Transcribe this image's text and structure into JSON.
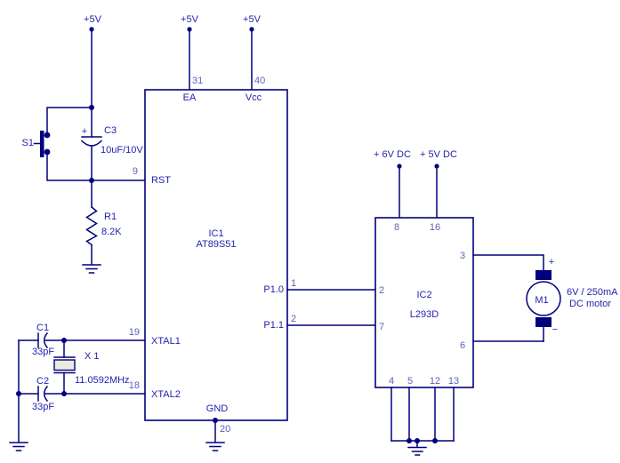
{
  "colors": {
    "wire": "#00007d",
    "label_text": "#2323ad",
    "pin_number_text": "#5a64b4",
    "crystal_fill": "#ece9e2",
    "background": "#ffffff"
  },
  "power": {
    "rail_1": "+5V",
    "rail_2": "+5V",
    "rail_3": "+5V",
    "motor_supply": "+ 6V DC",
    "logic_supply": "+ 5V DC"
  },
  "ic1": {
    "ref": "IC1",
    "part": "AT89S51",
    "pin_ea_num": "31",
    "pin_ea_name": "EA",
    "pin_vcc_num": "40",
    "pin_vcc_name": "Vcc",
    "pin_rst_num": "9",
    "pin_rst_name": "RST",
    "pin_p10_num": "1",
    "pin_p10_name": "P1.0",
    "pin_p11_num": "2",
    "pin_p11_name": "P1.1",
    "pin_xtal1_num": "19",
    "pin_xtal1_name": "XTAL1",
    "pin_xtal2_num": "18",
    "pin_xtal2_name": "XTAL2",
    "pin_gnd_num": "20",
    "pin_gnd_name": "GND"
  },
  "ic2": {
    "ref": "IC2",
    "part": "L293D",
    "pin_vs": "8",
    "pin_vss": "16",
    "pin_in1": "2",
    "pin_in2": "7",
    "pin_out1": "3",
    "pin_out2": "6",
    "pin_gnd_1": "4",
    "pin_gnd_2": "5",
    "pin_gnd_3": "12",
    "pin_gnd_4": "13"
  },
  "switch_s1": {
    "ref": "S1"
  },
  "cap_c3": {
    "ref": "C3",
    "value": "10uF/10V",
    "polarity": "+"
  },
  "res_r1": {
    "ref": "R1",
    "value": "8.2K"
  },
  "cap_c1": {
    "ref": "C1",
    "value": "33pF"
  },
  "cap_c2": {
    "ref": "C2",
    "value": "33pF"
  },
  "crystal_x1": {
    "ref": "X 1",
    "value": "11.0592MHz"
  },
  "motor_m1": {
    "ref": "M1",
    "plus": "+",
    "minus": "−",
    "rating": "6V / 250mA",
    "kind": "DC motor"
  }
}
